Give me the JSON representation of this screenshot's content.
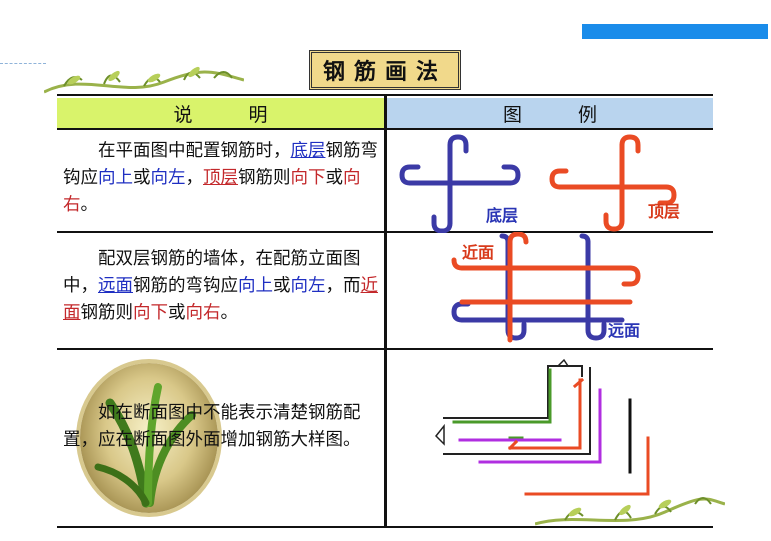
{
  "title": "钢筋画法",
  "table": {
    "header_left": "说明",
    "header_right": "图例"
  },
  "rows": [
    {
      "parts": [
        {
          "t": "在平面图中配置钢筋时，",
          "c": ""
        },
        {
          "t": "底层",
          "c": "blue under"
        },
        {
          "t": "钢筋弯钩应",
          "c": ""
        },
        {
          "t": "向上",
          "c": "blue"
        },
        {
          "t": "或",
          "c": ""
        },
        {
          "t": "向左",
          "c": "blue"
        },
        {
          "t": "，",
          "c": ""
        },
        {
          "t": "顶层",
          "c": "red under"
        },
        {
          "t": "钢筋则",
          "c": ""
        },
        {
          "t": "向下",
          "c": "red"
        },
        {
          "t": "或",
          "c": ""
        },
        {
          "t": "向右",
          "c": "red"
        },
        {
          "t": "。",
          "c": ""
        }
      ]
    },
    {
      "parts": [
        {
          "t": "配双层钢筋的墙体，在配筋立面图中，",
          "c": ""
        },
        {
          "t": "远面",
          "c": "blue under"
        },
        {
          "t": "钢筋的弯钩应",
          "c": ""
        },
        {
          "t": "向上",
          "c": "blue"
        },
        {
          "t": "或",
          "c": ""
        },
        {
          "t": "向左",
          "c": "blue"
        },
        {
          "t": "，而",
          "c": ""
        },
        {
          "t": "近面",
          "c": "red under"
        },
        {
          "t": "钢筋则",
          "c": ""
        },
        {
          "t": "向下",
          "c": "red"
        },
        {
          "t": "或",
          "c": ""
        },
        {
          "t": "向右",
          "c": "red"
        },
        {
          "t": "。",
          "c": ""
        }
      ]
    },
    {
      "parts": [
        {
          "t": "如在断面图中不能表示清楚钢筋配置，应在断面图外面增加钢筋大样图。",
          "c": ""
        }
      ]
    }
  ],
  "legend": {
    "bottom_label": "底层",
    "top_label": "顶层",
    "near_label": "近面",
    "far_label": "远面"
  },
  "colors": {
    "blue": "#3b3aa6",
    "red": "#ea4b24",
    "purple": "#b02ee0",
    "green": "#4a9a2a",
    "header_left": "#d9f36b",
    "header_right": "#b9d4ee",
    "title_bg": "#f1d98b",
    "top_bar": "#1a8cea"
  }
}
